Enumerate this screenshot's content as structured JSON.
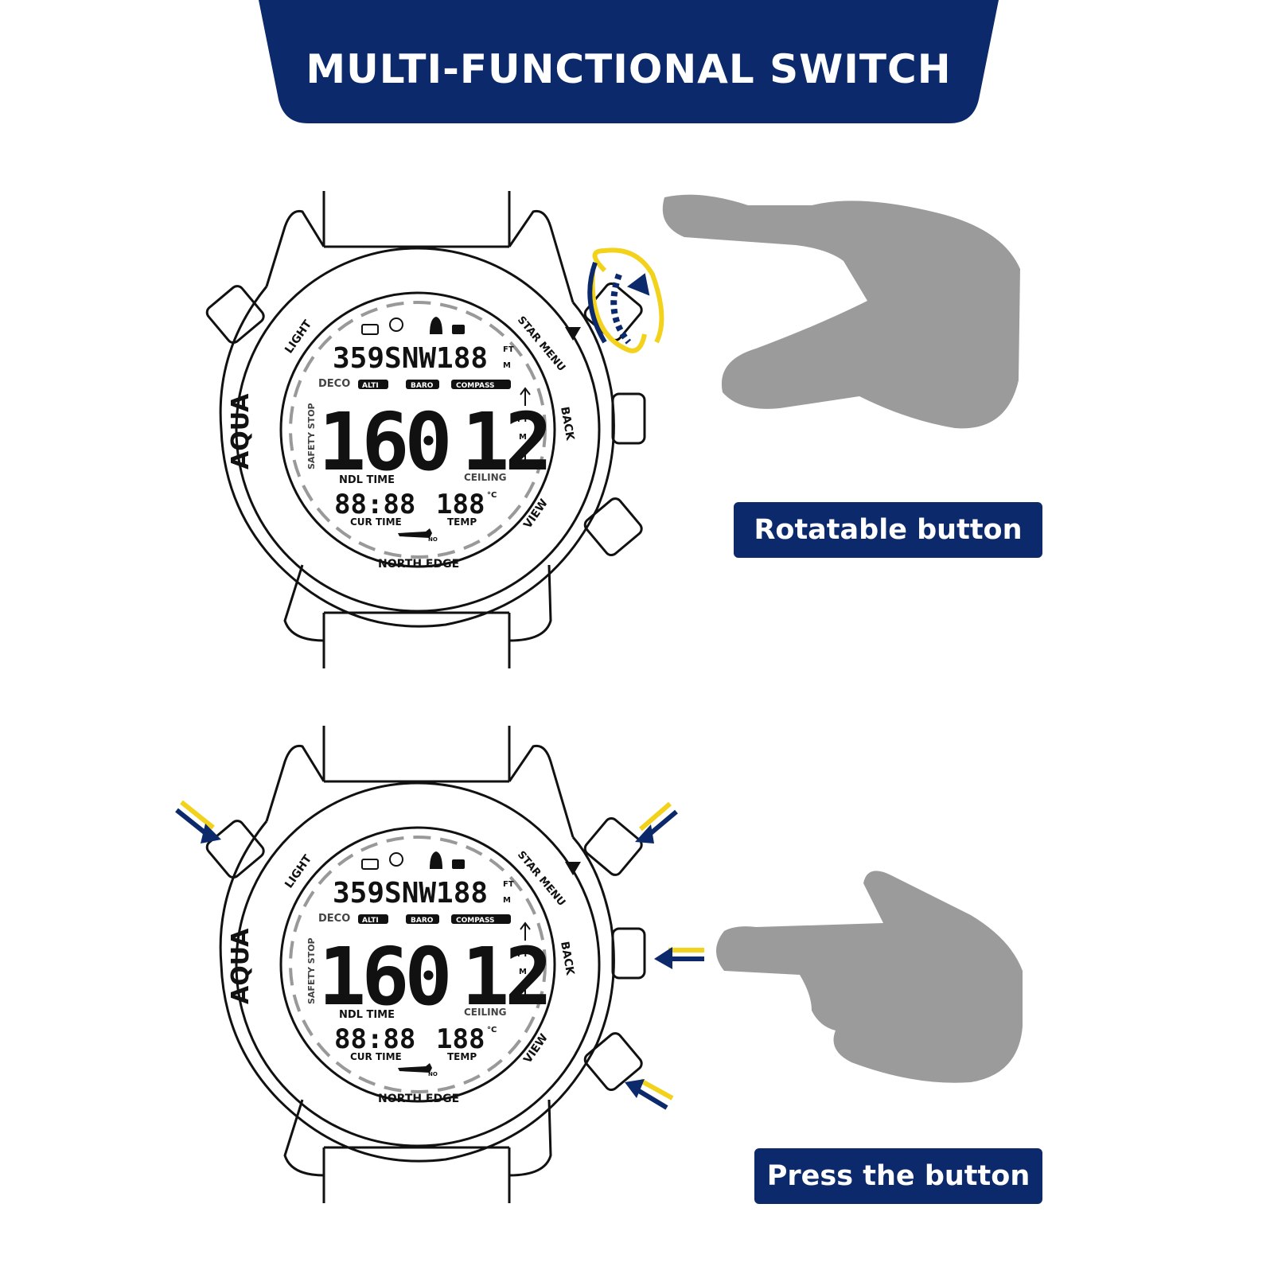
{
  "header": {
    "title": "MULTI-FUNCTIONAL SWITCH"
  },
  "labels": {
    "rotatable": "Rotatable button",
    "press": "Press the button"
  },
  "watch": {
    "brand": "AQUA",
    "maker": "NORTH EDGE",
    "buttons": {
      "light": "LIGHT",
      "star_menu": "STAR MENU",
      "back": "BACK",
      "view": "VIEW"
    },
    "display": {
      "top_row": "359SNW188",
      "unit_ft": "FT",
      "unit_m": "M",
      "deco": "DECO",
      "alti": "ALTI",
      "baro": "BARO",
      "compass": "COMPASS",
      "safety_stop": "SAFETY STOP",
      "big_left": "160",
      "big_right": "12",
      "ndl_time": "NDL TIME",
      "ceiling": "CEILING",
      "time_value": "88:88",
      "temp_value": "188",
      "temp_unit": "°C",
      "cur_time": "CUR TIME",
      "temp": "TEMP",
      "no": "NO"
    }
  },
  "colors": {
    "navy": "#0c2a6b",
    "yellow": "#f2d21b",
    "hand_gray": "#9b9b9b"
  }
}
